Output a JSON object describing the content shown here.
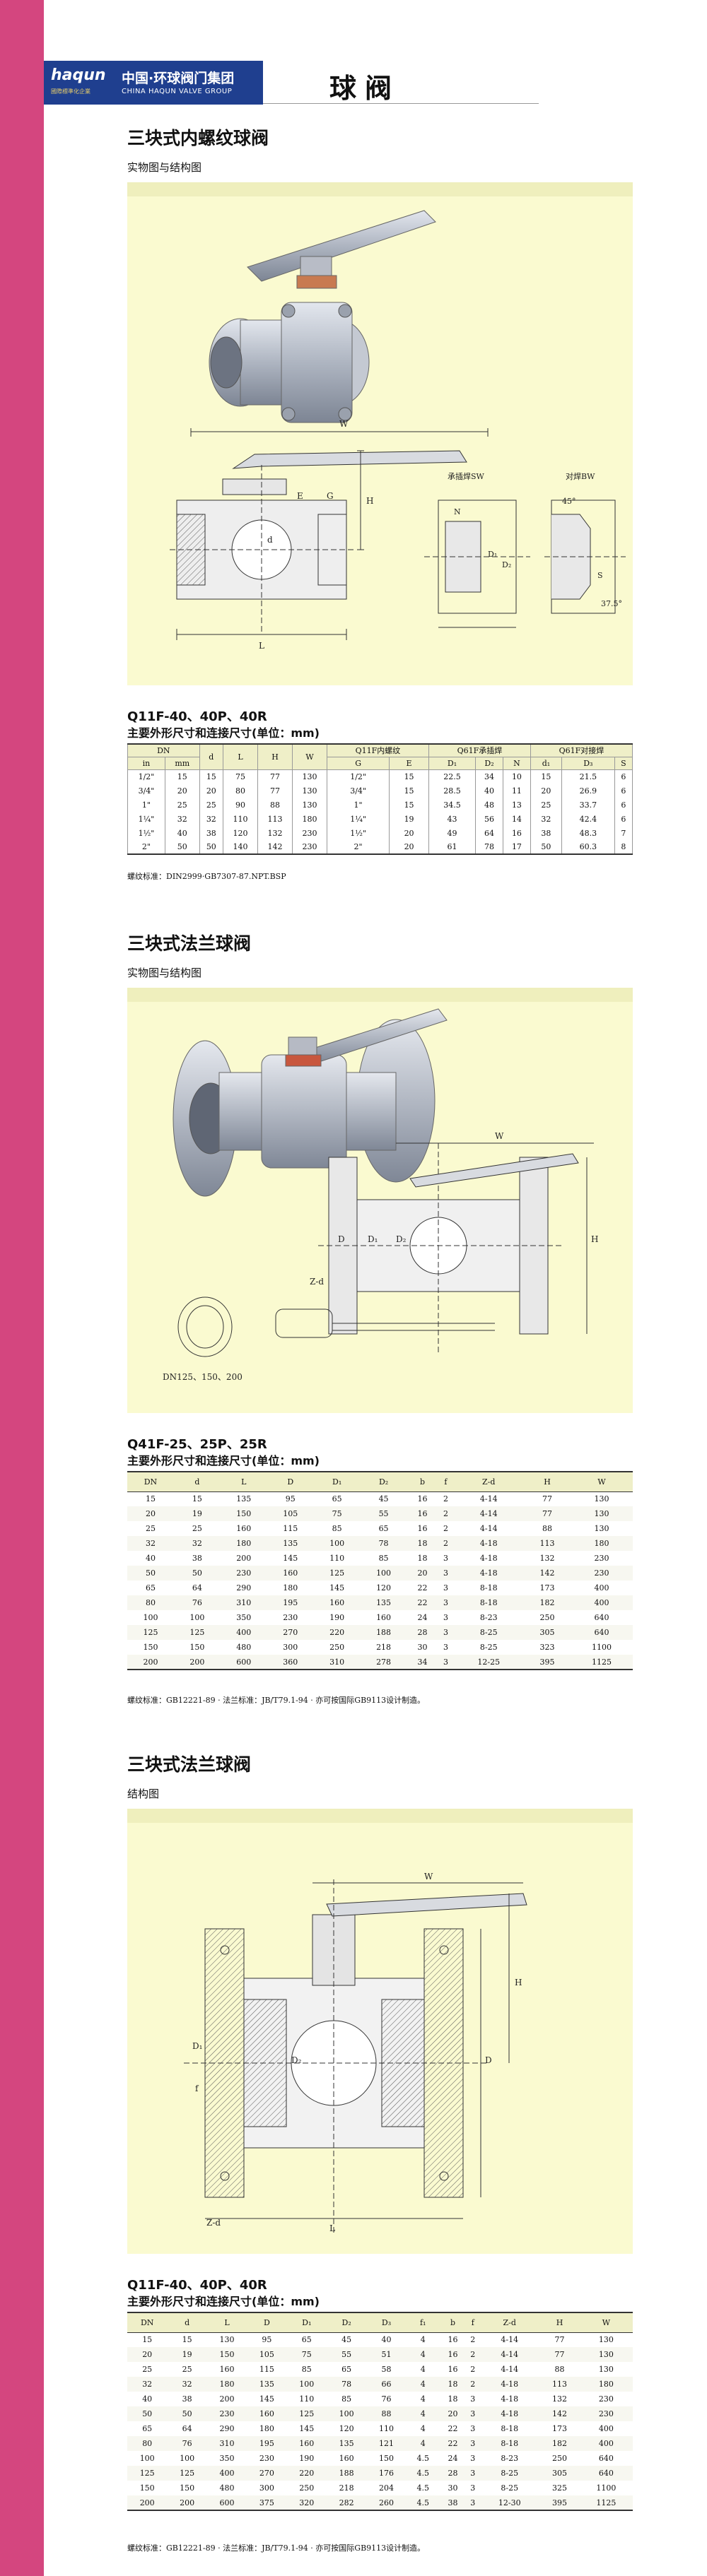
{
  "header": {
    "logo_word": "haqun",
    "logo_tag": "國際標準化企業",
    "logo_cn": "中国·环球阀门集团",
    "logo_en": "CHINA HAQUN VALVE GROUP",
    "page_title": "球阀"
  },
  "section1": {
    "title": "三块式内螺纹球阀",
    "subtitle": "实物图与结构图",
    "diagram_labels": [
      "W",
      "H",
      "E",
      "G",
      "d",
      "L",
      "N",
      "D₁",
      "D₂",
      "45°",
      "S",
      "37.5°",
      "承插焊SW",
      "对焊BW"
    ],
    "model": "Q11F-40、40P、40R",
    "caption": "主要外形尺寸和连接尺寸(单位：mm)",
    "table": {
      "group_headers": [
        "DN",
        "Q11F内螺纹",
        "Q61F承插焊",
        "Q61F对接焊"
      ],
      "columns": [
        "in",
        "mm",
        "d",
        "L",
        "H",
        "W",
        "G",
        "E",
        "D₁",
        "D₂",
        "N",
        "d₁",
        "D₃",
        "S"
      ],
      "rows": [
        [
          "1/2\"",
          "15",
          "15",
          "75",
          "77",
          "130",
          "1/2\"",
          "15",
          "22.5",
          "34",
          "10",
          "15",
          "21.5",
          "6"
        ],
        [
          "3/4\"",
          "20",
          "20",
          "80",
          "77",
          "130",
          "3/4\"",
          "15",
          "28.5",
          "40",
          "11",
          "20",
          "26.9",
          "6"
        ],
        [
          "1\"",
          "25",
          "25",
          "90",
          "88",
          "130",
          "1\"",
          "15",
          "34.5",
          "48",
          "13",
          "25",
          "33.7",
          "6"
        ],
        [
          "1¼\"",
          "32",
          "32",
          "110",
          "113",
          "180",
          "1¼\"",
          "19",
          "43",
          "56",
          "14",
          "32",
          "42.4",
          "6"
        ],
        [
          "1½\"",
          "40",
          "38",
          "120",
          "132",
          "230",
          "1½\"",
          "20",
          "49",
          "64",
          "16",
          "38",
          "48.3",
          "7"
        ],
        [
          "2\"",
          "50",
          "50",
          "140",
          "142",
          "230",
          "2\"",
          "20",
          "61",
          "78",
          "17",
          "50",
          "60.3",
          "8"
        ]
      ]
    },
    "note": "螺纹标准：DIN2999·GB7307-87.NPT.BSP"
  },
  "section2": {
    "title": "三块式法兰球阀",
    "subtitle": "实物图与结构图",
    "diagram_labels": [
      "W",
      "H",
      "D",
      "D₁",
      "D₂",
      "Z-d",
      "DN125、150、200"
    ],
    "model": "Q41F-25、25P、25R",
    "caption": "主要外形尺寸和连接尺寸(单位：mm)",
    "table": {
      "columns": [
        "DN",
        "d",
        "L",
        "D",
        "D₁",
        "D₂",
        "b",
        "f",
        "Z-d",
        "H",
        "W"
      ],
      "rows": [
        [
          "15",
          "15",
          "135",
          "95",
          "65",
          "45",
          "16",
          "2",
          "4-14",
          "77",
          "130"
        ],
        [
          "20",
          "19",
          "150",
          "105",
          "75",
          "55",
          "16",
          "2",
          "4-14",
          "77",
          "130"
        ],
        [
          "25",
          "25",
          "160",
          "115",
          "85",
          "65",
          "16",
          "2",
          "4-14",
          "88",
          "130"
        ],
        [
          "32",
          "32",
          "180",
          "135",
          "100",
          "78",
          "18",
          "2",
          "4-18",
          "113",
          "180"
        ],
        [
          "40",
          "38",
          "200",
          "145",
          "110",
          "85",
          "18",
          "3",
          "4-18",
          "132",
          "230"
        ],
        [
          "50",
          "50",
          "230",
          "160",
          "125",
          "100",
          "20",
          "3",
          "4-18",
          "142",
          "230"
        ],
        [
          "65",
          "64",
          "290",
          "180",
          "145",
          "120",
          "22",
          "3",
          "8-18",
          "173",
          "400"
        ],
        [
          "80",
          "76",
          "310",
          "195",
          "160",
          "135",
          "22",
          "3",
          "8-18",
          "182",
          "400"
        ],
        [
          "100",
          "100",
          "350",
          "230",
          "190",
          "160",
          "24",
          "3",
          "8-23",
          "250",
          "640"
        ],
        [
          "125",
          "125",
          "400",
          "270",
          "220",
          "188",
          "28",
          "3",
          "8-25",
          "305",
          "640"
        ],
        [
          "150",
          "150",
          "480",
          "300",
          "250",
          "218",
          "30",
          "3",
          "8-25",
          "323",
          "1100"
        ],
        [
          "200",
          "200",
          "600",
          "360",
          "310",
          "278",
          "34",
          "3",
          "12-25",
          "395",
          "1125"
        ]
      ]
    },
    "note": "螺纹标准：GB12221-89 · 法兰标准：JB/T79.1-94 · 亦可按国际GB9113设计制造。"
  },
  "section3": {
    "title": "三块式法兰球阀",
    "subtitle": "结构图",
    "diagram_labels": [
      "W",
      "H",
      "D",
      "D₁",
      "D₂",
      "Z-d",
      "f",
      "L"
    ],
    "model": "Q11F-40、40P、40R",
    "caption": "主要外形尺寸和连接尺寸(单位：mm)",
    "table": {
      "columns": [
        "DN",
        "d",
        "L",
        "D",
        "D₁",
        "D₂",
        "D₃",
        "f₁",
        "b",
        "f",
        "Z-d",
        "H",
        "W"
      ],
      "rows": [
        [
          "15",
          "15",
          "130",
          "95",
          "65",
          "45",
          "40",
          "4",
          "16",
          "2",
          "4-14",
          "77",
          "130"
        ],
        [
          "20",
          "19",
          "150",
          "105",
          "75",
          "55",
          "51",
          "4",
          "16",
          "2",
          "4-14",
          "77",
          "130"
        ],
        [
          "25",
          "25",
          "160",
          "115",
          "85",
          "65",
          "58",
          "4",
          "16",
          "2",
          "4-14",
          "88",
          "130"
        ],
        [
          "32",
          "32",
          "180",
          "135",
          "100",
          "78",
          "66",
          "4",
          "18",
          "2",
          "4-18",
          "113",
          "180"
        ],
        [
          "40",
          "38",
          "200",
          "145",
          "110",
          "85",
          "76",
          "4",
          "18",
          "3",
          "4-18",
          "132",
          "230"
        ],
        [
          "50",
          "50",
          "230",
          "160",
          "125",
          "100",
          "88",
          "4",
          "20",
          "3",
          "4-18",
          "142",
          "230"
        ],
        [
          "65",
          "64",
          "290",
          "180",
          "145",
          "120",
          "110",
          "4",
          "22",
          "3",
          "8-18",
          "173",
          "400"
        ],
        [
          "80",
          "76",
          "310",
          "195",
          "160",
          "135",
          "121",
          "4",
          "22",
          "3",
          "8-18",
          "182",
          "400"
        ],
        [
          "100",
          "100",
          "350",
          "230",
          "190",
          "160",
          "150",
          "4.5",
          "24",
          "3",
          "8-23",
          "250",
          "640"
        ],
        [
          "125",
          "125",
          "400",
          "270",
          "220",
          "188",
          "176",
          "4.5",
          "28",
          "3",
          "8-25",
          "305",
          "640"
        ],
        [
          "150",
          "150",
          "480",
          "300",
          "250",
          "218",
          "204",
          "4.5",
          "30",
          "3",
          "8-25",
          "325",
          "1100"
        ],
        [
          "200",
          "200",
          "600",
          "375",
          "320",
          "282",
          "260",
          "4.5",
          "38",
          "3",
          "12-30",
          "395",
          "1125"
        ]
      ]
    },
    "note": "螺纹标准：GB12221-89 · 法兰标准：JB/T79.1-94 · 亦可按国际GB9113设计制造。"
  }
}
